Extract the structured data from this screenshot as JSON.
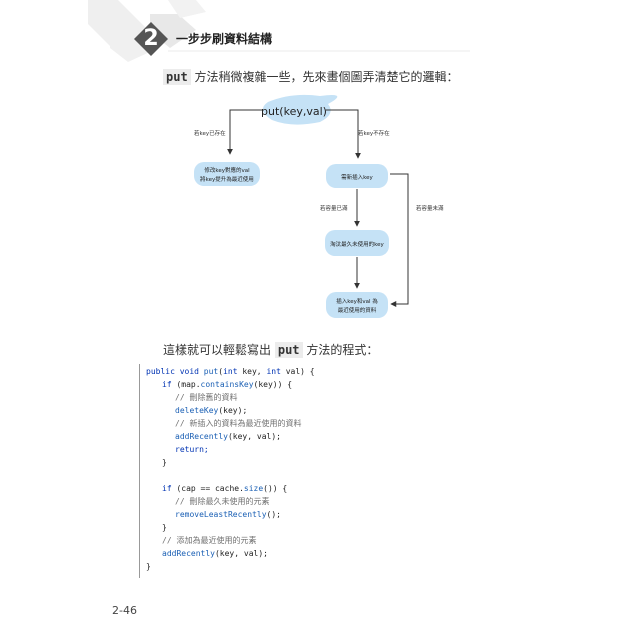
{
  "header": {
    "chapter_number": "2",
    "chapter_title": "一步步刷資料結構"
  },
  "intro": {
    "keyword": "put",
    "text": "方法稍微複雜一些，先來畫個圖弄清楚它的邏輯："
  },
  "diagram": {
    "root": "put(key,val)",
    "left_edge_label": "若key已存在",
    "right_edge_label": "若key不存在",
    "left_node_line1": "修改key對應的val",
    "left_node_line2": "將key提升為最近使用",
    "check_node": "需新插入key",
    "full_edge_label": "若容量已滿",
    "not_full_edge_label": "若容量未滿",
    "evict_node": "淘汰最久未使用的key",
    "insert_node_line1": "插入key和val 為",
    "insert_node_line2": "最近使用的資料"
  },
  "intro2": {
    "before": "這樣就可以輕鬆寫出",
    "keyword": "put",
    "after": "方法的程式："
  },
  "code": {
    "l1_kw1": "public void ",
    "l1_fn": "put",
    "l1_rest1": "(",
    "l1_kw2": "int",
    "l1_rest2": " key, ",
    "l1_kw3": "int",
    "l1_rest3": " val) {",
    "l2_kw": "if",
    "l2_pre": " (map.",
    "l2_fn": "containsKey",
    "l2_rest": "(key)) {",
    "l3": "// 刪除舊的資料",
    "l4_fn": "deleteKey",
    "l4_rest": "(key);",
    "l5": "// 新插入的資料為最近使用的資料",
    "l6_fn": "addRecently",
    "l6_rest": "(key, val);",
    "l7": "return;",
    "l8": "}",
    "l10_kw": "if",
    "l10_pre": " (cap == cache.",
    "l10_fn": "size",
    "l10_rest": "()) {",
    "l11": "// 刪除最久未使用的元素",
    "l12_fn": "removeLeastRecently",
    "l12_rest": "();",
    "l13": "}",
    "l14": "// 添加為最近使用的元素",
    "l15_fn": "addRecently",
    "l15_rest": "(key, val);",
    "l16": "}"
  },
  "footer": {
    "page_number": "2-46"
  }
}
